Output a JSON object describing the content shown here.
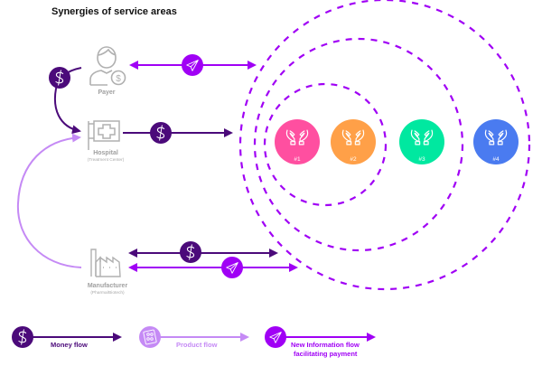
{
  "title": "Synergies of service areas",
  "colors": {
    "money": "#4B0A7A",
    "product": "#C58AF5",
    "info": "#A000F5",
    "ring": "#A000F5",
    "actor_icon": "#B0B0B0"
  },
  "actors": {
    "payer": {
      "label": "Payer",
      "icon": "person-with-coin-icon"
    },
    "hospital": {
      "label": "Hospital",
      "sublabel": "(Treatment Center)",
      "icon": "hospital-sign-icon"
    },
    "manufacturer": {
      "label": "Manufacturer",
      "sublabel": "(Pharma/Biotech)",
      "icon": "factory-icon"
    }
  },
  "flows": [
    {
      "id": "payer-info",
      "type": "info",
      "from": "Payer",
      "to": "service areas",
      "bidirectional": true,
      "icon": "paper-plane-icon"
    },
    {
      "id": "payer-hospital-money",
      "type": "money",
      "from": "Payer",
      "to": "Hospital",
      "bidirectional": false,
      "icon": "dollar-icon"
    },
    {
      "id": "hospital-money",
      "type": "money",
      "from": "Hospital",
      "to": "service areas",
      "bidirectional": false,
      "icon": "dollar-icon"
    },
    {
      "id": "manufacturer-hospital-product",
      "type": "product",
      "from": "Manufacturer",
      "to": "Hospital",
      "bidirectional": false
    },
    {
      "id": "manufacturer-money",
      "type": "money",
      "from": "Manufacturer",
      "to": "service areas",
      "bidirectional": true,
      "icon": "dollar-icon"
    },
    {
      "id": "manufacturer-info",
      "type": "info",
      "from": "Manufacturer",
      "to": "service areas",
      "bidirectional": true,
      "icon": "paper-plane-icon"
    }
  ],
  "service_areas": [
    {
      "label": "#1",
      "color": "#FF4FA0",
      "icon": "open-hands-icon"
    },
    {
      "label": "#2",
      "color": "#FFA048",
      "icon": "open-hands-icon"
    },
    {
      "label": "#3",
      "color": "#00E8A0",
      "icon": "open-hands-icon"
    },
    {
      "label": "#4",
      "color": "#4A7BF0",
      "icon": "open-hands-icon"
    }
  ],
  "rings": [
    {
      "name": "inner",
      "contains": [
        "#1",
        "#2"
      ]
    },
    {
      "name": "middle",
      "contains": [
        "#1",
        "#2",
        "#3"
      ]
    },
    {
      "name": "outer",
      "contains": [
        "#1",
        "#2",
        "#3",
        "#4"
      ]
    }
  ],
  "legend": [
    {
      "label": "Money flow",
      "type": "money",
      "icon": "dollar-icon"
    },
    {
      "label": "Product flow",
      "type": "product",
      "icon": "pill-pack-icon"
    },
    {
      "label": "New Information flow",
      "label2": "facilitating payment",
      "type": "info",
      "icon": "paper-plane-icon"
    }
  ]
}
